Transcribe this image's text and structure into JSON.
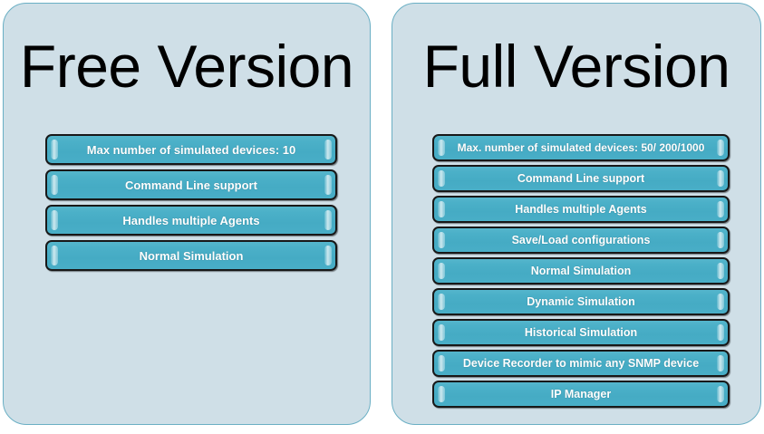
{
  "theme": {
    "page_background": "#ffffff",
    "panel_background": "#cfdfe7",
    "panel_border": "#6aafc4",
    "button_fill": "#4bb0c8",
    "button_border": "#181818",
    "button_text": "#ffffff",
    "title_text": "#000000"
  },
  "panels": [
    {
      "id": "free",
      "title": "Free Version",
      "features": [
        {
          "label": "Max number of simulated devices: 10"
        },
        {
          "label": "Command Line support"
        },
        {
          "label": "Handles multiple Agents"
        },
        {
          "label": "Normal Simulation"
        }
      ]
    },
    {
      "id": "full",
      "title": "Full Version",
      "features": [
        {
          "label": "Max. number of simulated devices: 50/ 200/1000"
        },
        {
          "label": "Command Line support"
        },
        {
          "label": "Handles multiple Agents"
        },
        {
          "label": "Save/Load configurations"
        },
        {
          "label": "Normal Simulation"
        },
        {
          "label": "Dynamic Simulation"
        },
        {
          "label": "Historical Simulation"
        },
        {
          "label": "Device Recorder to mimic any SNMP device"
        },
        {
          "label": "IP Manager"
        }
      ]
    }
  ]
}
